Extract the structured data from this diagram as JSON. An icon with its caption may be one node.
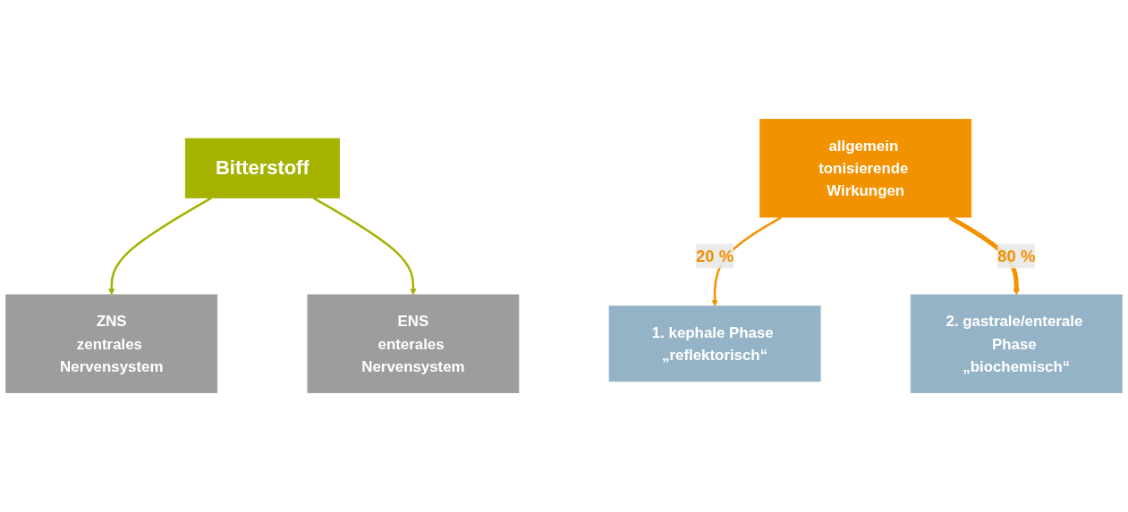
{
  "diagram": {
    "nodes": [
      {
        "text": [
          "ZNS",
          "zentrales Nervensystem"
        ]
      },
      {
        "text": [
          "Bitterstoff"
        ]
      },
      {
        "text": [
          "ENS",
          "enterales Nervensystem"
        ]
      },
      {
        "text": [
          "1. kephale Phase „reflektorisch“"
        ]
      },
      {
        "text": [
          "allgemein tonisierende Wirkungen"
        ]
      },
      {
        "text": [
          "2. gastrale/enterale Phase „biochemisch“"
        ]
      }
    ],
    "edges": [
      {
        "from": 1,
        "to": 0,
        "arrow": "to",
        "color": "#a5b200"
      },
      {
        "from": 1,
        "to": 2,
        "arrow": "to",
        "color": "#a5b200"
      },
      {
        "from": 4,
        "to": 3,
        "arrow": "to",
        "label": "20 %",
        "color": "#f39200"
      },
      {
        "from": 4,
        "to": 5,
        "arrow": "to",
        "label": "80 %",
        "style": "thick",
        "color": "#f39200"
      }
    ]
  }
}
